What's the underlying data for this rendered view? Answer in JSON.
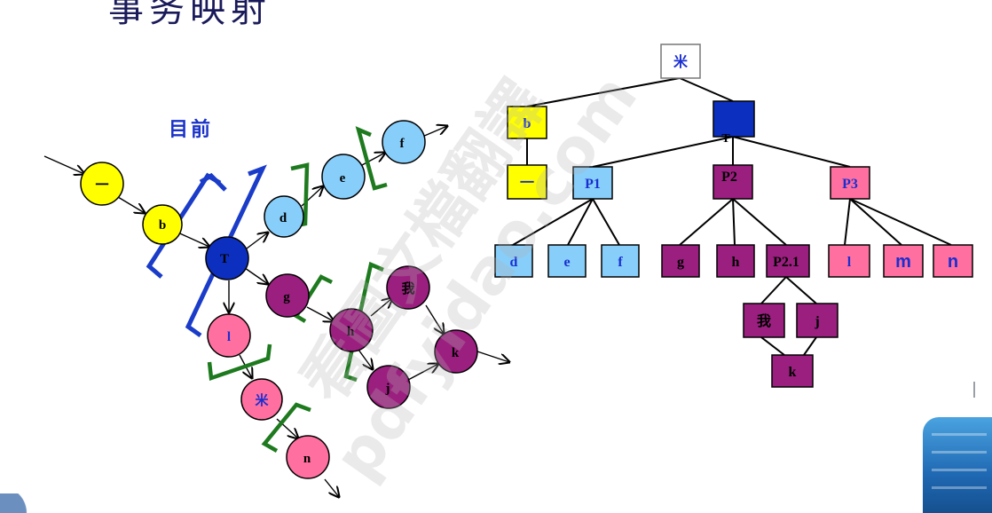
{
  "title": "事务映射",
  "current_label": "目前",
  "watermark": {
    "line1": "看圖文檔翻譯",
    "line2": "pdfyidao.com"
  },
  "colors": {
    "yellow": "#ffff00",
    "light_blue": "#87cefa",
    "dark_blue": "#0d2fbf",
    "purple": "#9b1f7f",
    "pink": "#ff6fa0",
    "bracket_blue": "#1a3cc8",
    "bracket_green": "#1e7a1e",
    "label_blue": "#1a2fd0"
  },
  "flow_nodes": {
    "n1": "一",
    "b": "b",
    "T": "T",
    "d": "d",
    "e": "e",
    "f": "f",
    "g": "g",
    "h": "h",
    "wo": "我",
    "k": "k",
    "j": "j",
    "l": "l",
    "mi": "米",
    "n": "n"
  },
  "tree_nodes": {
    "root": "米",
    "b": "b",
    "yi": "一",
    "T": "T",
    "P1": "P1",
    "P2": "P2",
    "P3": "P3",
    "d": "d",
    "e": "e",
    "f": "f",
    "g": "g",
    "h": "h",
    "P21": "P2.1",
    "l": "l",
    "m": "m",
    "n": "n",
    "wo": "我",
    "j": "j",
    "k": "k"
  }
}
